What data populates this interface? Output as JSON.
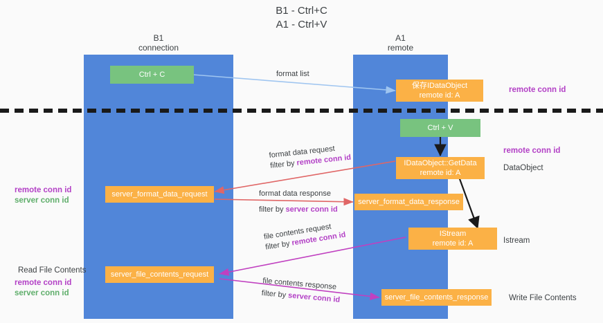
{
  "title": {
    "line1": "B1 - Ctrl+C",
    "line2": "A1 - Ctrl+V"
  },
  "columns": {
    "left": {
      "name": "B1",
      "role": "connection"
    },
    "right": {
      "name": "A1",
      "role": "remote"
    }
  },
  "colors": {
    "lane": "#5186d9",
    "green_box": "#78c37f",
    "orange_box": "#fbb146",
    "remote_conn_id": "#b341c6",
    "server_conn_id_left": "#5fae6b",
    "arrow_blue": "#9fc5f0",
    "arrow_red": "#e06666",
    "arrow_magenta": "#c040c0",
    "arrow_black": "#1a1a1a",
    "divider": "#1a1a1a"
  },
  "boxes": {
    "ctrl_c": {
      "line1": "Ctrl + C"
    },
    "ctrl_v": {
      "line1": "Ctrl + V"
    },
    "save_dataobject": {
      "line1": "保存IDataObject",
      "line2": "remote id: A"
    },
    "getdata": {
      "line1": "IDataObject::GetData",
      "line2": "remote id: A"
    },
    "istream": {
      "line1": "IStream",
      "line2": "remote id: A"
    },
    "server_format_data_request": {
      "line1": "server_format_data_request"
    },
    "server_format_data_response": {
      "line1": "server_format_data_response"
    },
    "server_file_contents_request": {
      "line1": "server_file_contents_request"
    },
    "server_file_contents_response": {
      "line1": "server_file_contents_response"
    }
  },
  "arrow_labels": {
    "format_list": {
      "text": "format list"
    },
    "format_data_request": {
      "line1": "format data request",
      "line2_prefix": "filter by ",
      "line2_hi": "remote conn id"
    },
    "format_data_response": {
      "line1": "format data response",
      "line2_prefix": "filter by ",
      "line2_hi": "server conn id"
    },
    "file_contents_request": {
      "line1": "file contents request",
      "line2_prefix": "filter by ",
      "line2_hi": "remote conn id"
    },
    "file_contents_response": {
      "line1": "file contents response",
      "line2_prefix": "filter by ",
      "line2_hi": "server conn id"
    }
  },
  "right_labels": {
    "remote_conn_id_top": "remote conn id",
    "remote_conn_id_mid": "remote conn id",
    "dataobject": "DataObject",
    "istream": "Istream",
    "write_file_contents": "Write File Contents"
  },
  "left_labels": {
    "remote_conn_id_mid": "remote conn id",
    "server_conn_id_mid": "server conn id",
    "read_file_contents": "Read File Contents",
    "remote_conn_id_bottom": "remote conn id",
    "server_conn_id_bottom": "server conn id"
  }
}
